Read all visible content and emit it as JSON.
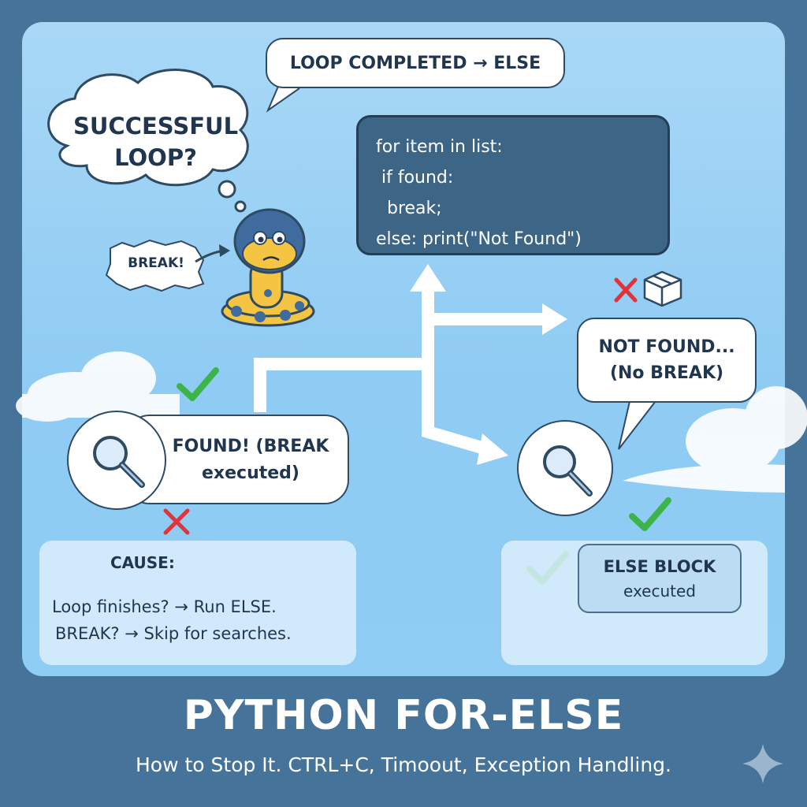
{
  "bubbles": {
    "loop_completed": "LOOP COMPLETED → ELSE",
    "successful_line1": "SUCCESSFUL",
    "successful_line2": "LOOP?",
    "break_label": "BREAK!",
    "not_found_line1": "NOT FOUND...",
    "not_found_line2": "(No BREAK)",
    "found_line1": "FOUND! (BREAK",
    "found_line2": "executed)"
  },
  "code": {
    "lines": [
      "for item in list:",
      " if found:",
      "  break;",
      "else: print(\"Not Found\")"
    ]
  },
  "cause": {
    "heading": "CAUSE:",
    "line1": "Loop finishes? → Run ELSE.",
    "line2": "BREAK? → Skip for searches."
  },
  "else_block": {
    "line1": "ELSE BLOCK",
    "line2": "executed"
  },
  "footer": {
    "title": "PYTHON FOR-ELSE",
    "subtitle": "How to Stop It. CTRL+C, Timoout, Exception Handling."
  },
  "colors": {
    "background": "#457399",
    "panel": "#a9d8f6",
    "code_box": "#3d6585",
    "check_green": "#3cb44a",
    "cross_red": "#e0343a",
    "snake_yellow": "#f4c542",
    "snake_blue": "#3f6b9e"
  }
}
